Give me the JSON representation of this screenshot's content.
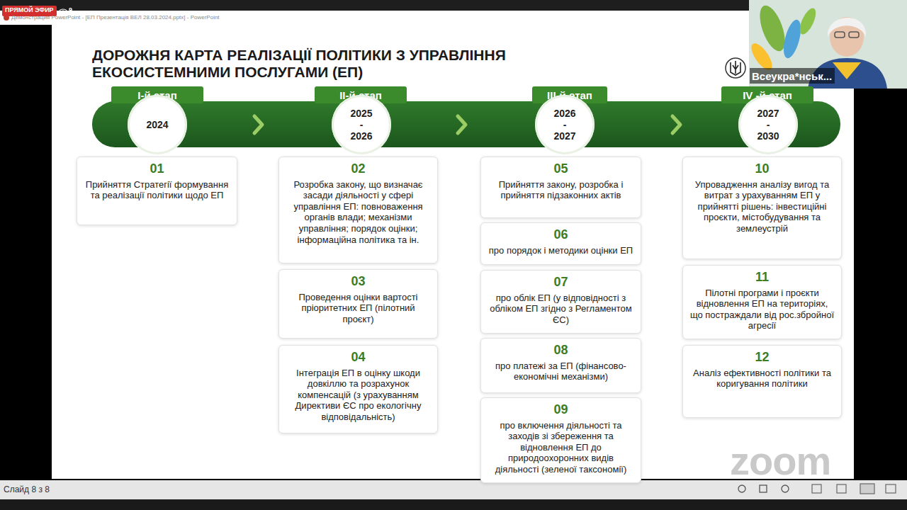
{
  "diagram": {
    "title": "ДОРОЖНЯ КАРТА РЕАЛІЗАЦІЇ ПОЛІТИКИ З УПРАВЛІННЯ ЕКОСИСТЕМНИМИ ПОСЛУГАМИ (ЕП)",
    "nodes": [
      {
        "text": [
          "І-й етап"
        ]
      },
      {
        "text": [
          "2024"
        ]
      },
      {
        "text": [
          "01",
          "Прийняття Стратегії формування та реалізації політики щодо ЕП"
        ]
      },
      {
        "text": [
          "ІІ-й етап"
        ]
      },
      {
        "text": [
          "2025 - 2026"
        ]
      },
      {
        "text": [
          "02",
          "Розробка закону, що визначає засади діяльності у сфері управління ЕП: повноваження органів влади; механізми управління; порядок оцінки; інформаційна політика та ін."
        ]
      },
      {
        "text": [
          "03",
          "Проведення оцінки вартості пріоритетних ЕП (пілотний проєкт)"
        ]
      },
      {
        "text": [
          "04",
          "Інтеграція ЕП в оцінку шкоди довкіллю та розрахунок компенсацій (з урахуванням Директиви ЄС про екологічну відповідальність)"
        ]
      },
      {
        "text": [
          "ІІІ-й етап"
        ]
      },
      {
        "text": [
          "2026 - 2027"
        ]
      },
      {
        "text": [
          "05",
          "Прийняття закону, розробка і прийняття підзаконних актів"
        ]
      },
      {
        "text": [
          "06",
          "про порядок і методики оцінки ЕП"
        ]
      },
      {
        "text": [
          "07",
          "про облік ЕП (у відповідності з обліком ЕП згідно з Регламентом ЄС)"
        ]
      },
      {
        "text": [
          "08",
          "про платежі за ЕП (фінансово-економічні механізми)"
        ]
      },
      {
        "text": [
          "09",
          "про включення діяльності та заходів зі збереження та відновлення ЕП до природоохоронних видів діяльності (зеленої таксономії)"
        ]
      },
      {
        "text": [
          "IV -й етап"
        ]
      },
      {
        "text": [
          "2027 - 2030"
        ]
      },
      {
        "text": [
          "10",
          "Упровадження аналізу вигод та витрат з урахуванням ЕП у прийнятті рішень: інвестиційні проєкти, містобудування та землеустрій"
        ]
      },
      {
        "text": [
          "11",
          "Пілотні програми і проєкти відновлення ЕП на територіях, що постраждали від рос.збройної агресії"
        ]
      },
      {
        "text": [
          "12",
          "Аналіз ефективності політики та коригування політики"
        ]
      }
    ],
    "labels": [
      "ПРЯМОЙ ЭФИР",
      "9",
      "Демонстрация PowerPoint - [ЕП Презентація ВЕЛ 28.03.2024.pptx] - PowerPoint",
      "Всеукра*нськ...",
      "Слайд 8 з 8",
      "zoom"
    ]
  }
}
